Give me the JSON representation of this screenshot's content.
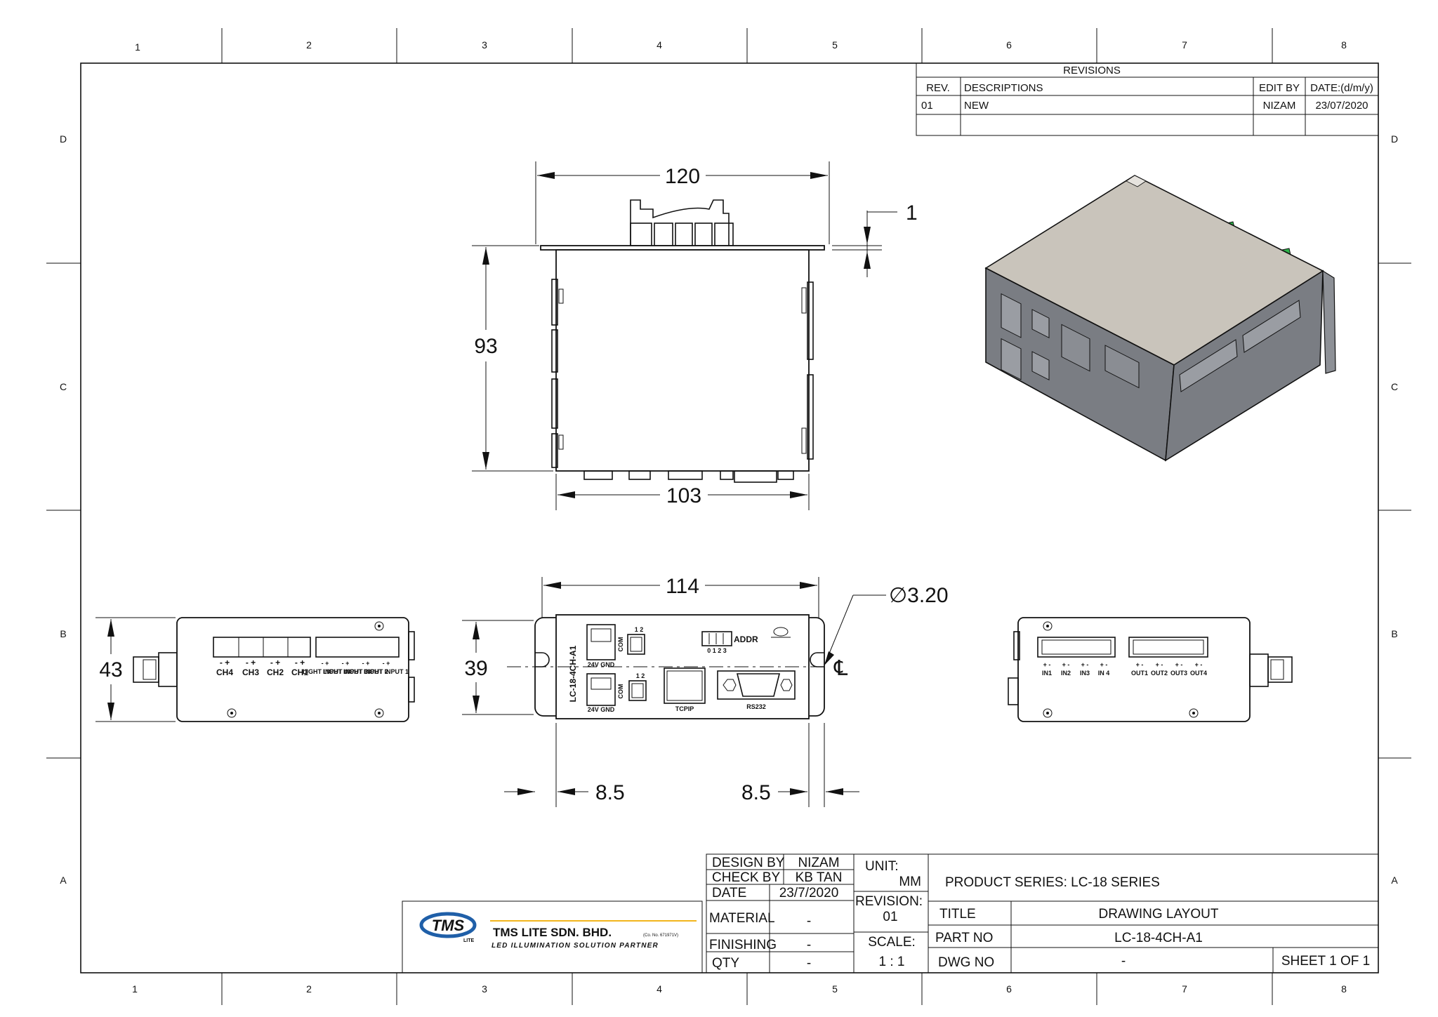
{
  "zones": {
    "columns": [
      "1",
      "2",
      "3",
      "4",
      "5",
      "6",
      "7",
      "8"
    ],
    "rows": [
      "D",
      "C",
      "B",
      "A"
    ]
  },
  "revisions": {
    "title": "REVISIONS",
    "headers": [
      "REV.",
      "DESCRIPTIONS",
      "EDIT BY",
      "DATE:(d/m/y)"
    ],
    "rows": [
      {
        "rev": "01",
        "desc": "NEW",
        "edit_by": "NIZAM",
        "date": "23/07/2020"
      }
    ]
  },
  "dimensions": {
    "top_width": "120",
    "plate_thickness": "1",
    "height": "93",
    "body_width": "103",
    "front_width": "114",
    "hole_diameter": "∅3.20",
    "front_height": "39",
    "side_height": "43",
    "left_offset": "8.5",
    "right_offset": "8.5",
    "centerline": "℄"
  },
  "front_labels": {
    "model": "LC-18-4CH-A1",
    "pwr1": "24V GND",
    "pwr2": "24V GND",
    "com1": "COM",
    "com2": "COM",
    "sw1": "1 2",
    "sw2": "1 2",
    "addr": "ADDR",
    "addr_nums": "0 1 2 3",
    "tcpip": "TCPIP",
    "rs232": "RS232"
  },
  "left_side_labels": {
    "channels": [
      "CH4",
      "CH3",
      "CH2",
      "CH1"
    ],
    "polarity": "- +",
    "inputs": [
      "LIGHT INPUT 4",
      "LIGHT INPUT 3",
      "LIGHT INPUT 2",
      "LIGHT INPUT 1"
    ]
  },
  "right_side_labels": {
    "inputs": [
      "IN1",
      "IN2",
      "IN3",
      "IN 4"
    ],
    "outputs": [
      "OUT1",
      "OUT2",
      "OUT3",
      "OUT4"
    ],
    "polarity": "+ -"
  },
  "title_block": {
    "design_by_label": "DESIGN BY",
    "design_by": "NIZAM",
    "check_by_label": "CHECK BY",
    "check_by": "KB TAN",
    "date_label": "DATE",
    "date": "23/7/2020",
    "material_label": "MATERIAL",
    "material": "-",
    "finishing_label": "FINISHING",
    "finishing": "-",
    "qty_label": "QTY",
    "qty": "-",
    "unit_label": "UNIT:",
    "unit": "MM",
    "revision_label": "REVISION:",
    "revision": "01",
    "scale_label": "SCALE:",
    "scale": "1 : 1",
    "product_series": "PRODUCT SERIES: LC-18 SERIES",
    "title_label": "TITLE",
    "title": "DRAWING LAYOUT",
    "part_no_label": "PART NO",
    "part_no": "LC-18-4CH-A1",
    "dwg_no_label": "DWG NO",
    "dwg_no": "-",
    "sheet": "SHEET 1 OF 1"
  },
  "company": {
    "logo_text": "TMS",
    "logo_sub": "LITE",
    "name": "TMS LITE SDN. BHD.",
    "reg": "(Co. No. 671971V)",
    "tagline": "LED ILLUMINATION SOLUTION PARTNER",
    "logo_color": "#1f5fa8",
    "accent_color": "#f2b51d"
  },
  "iso_view": {
    "connector_color": "#2db34a",
    "top_color": "#c9c4bb",
    "side_color": "#7a7d83"
  }
}
